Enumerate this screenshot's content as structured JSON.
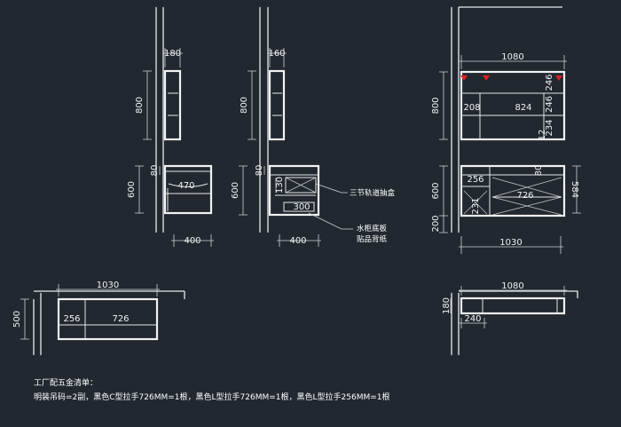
{
  "dims": {
    "a_180": "180",
    "a_800": "800",
    "a_80": "80",
    "a_470": "470",
    "a_600": "600",
    "a_400": "400",
    "b_160": "160",
    "b_800": "800",
    "b_80": "80",
    "b_130": "130",
    "b_300": "300",
    "b_600": "600",
    "b_400": "400",
    "c_1080": "1080",
    "c_800": "800",
    "c_246a": "246",
    "c_246b": "246",
    "c_208": "208",
    "c_824": "824",
    "c_234": "234",
    "c_12": "12",
    "c_600": "600",
    "c_584": "584",
    "c_256": "256",
    "c_726": "726",
    "c_80": "80",
    "c_231": "231",
    "c_200": "200",
    "c_1030": "1030",
    "d_1030": "1030",
    "d_500": "500",
    "d_256": "256",
    "d_726": "726",
    "e_1080": "1080",
    "e_180": "180",
    "e_240": "240"
  },
  "callouts": {
    "drawer": "三节轨道抽盒",
    "board_line1": "水柜底板",
    "board_line2": "贴品背纸"
  },
  "hardware": {
    "title": "工厂配五金清单：",
    "detail": "明装吊码=2副，黑色C型拉手726MM=1根，黑色L型拉手726MM=1根，黑色L型拉手256MM=1根"
  },
  "colors": {
    "background": "#212830",
    "lines": "#e9ecee",
    "hinge_marker": "#e02020"
  }
}
